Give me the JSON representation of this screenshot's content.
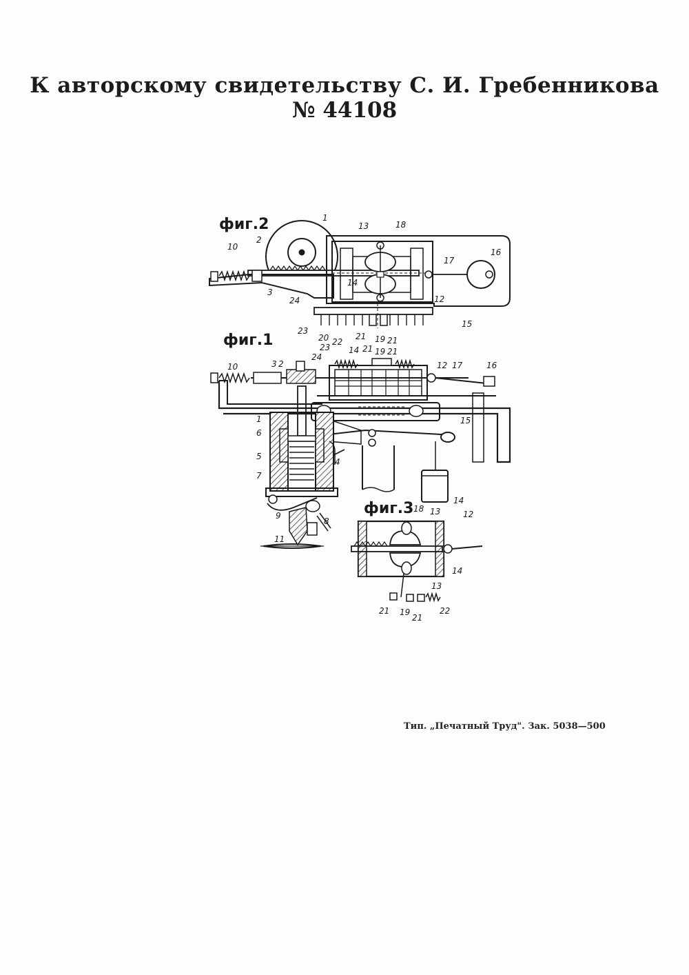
{
  "header": {
    "line1": "К авторскому свидетельству С. И. Гребенникова",
    "line2": "№ 44108"
  },
  "figures": [
    {
      "id": "fig2",
      "label": "фиг.2",
      "callouts": [
        "1",
        "2",
        "10",
        "3",
        "13",
        "18",
        "14",
        "17",
        "16",
        "15",
        "12",
        "24",
        "23",
        "20",
        "21",
        "19",
        "21"
      ]
    },
    {
      "id": "fig1",
      "label": "фиг.1",
      "callouts": [
        "22",
        "23",
        "14",
        "21",
        "19",
        "21",
        "2",
        "24",
        "12",
        "17",
        "16",
        "10",
        "3",
        "1",
        "6",
        "15",
        "5",
        "4",
        "7",
        "9",
        "8",
        "11"
      ]
    },
    {
      "id": "fig3",
      "label": "фиг.3",
      "callouts": [
        "18",
        "13",
        "14",
        "12",
        "14",
        "13",
        "21",
        "19",
        "21",
        "22"
      ]
    }
  ],
  "imprint": "Тип. „Печатный Труд\". Зак. 5038—500"
}
